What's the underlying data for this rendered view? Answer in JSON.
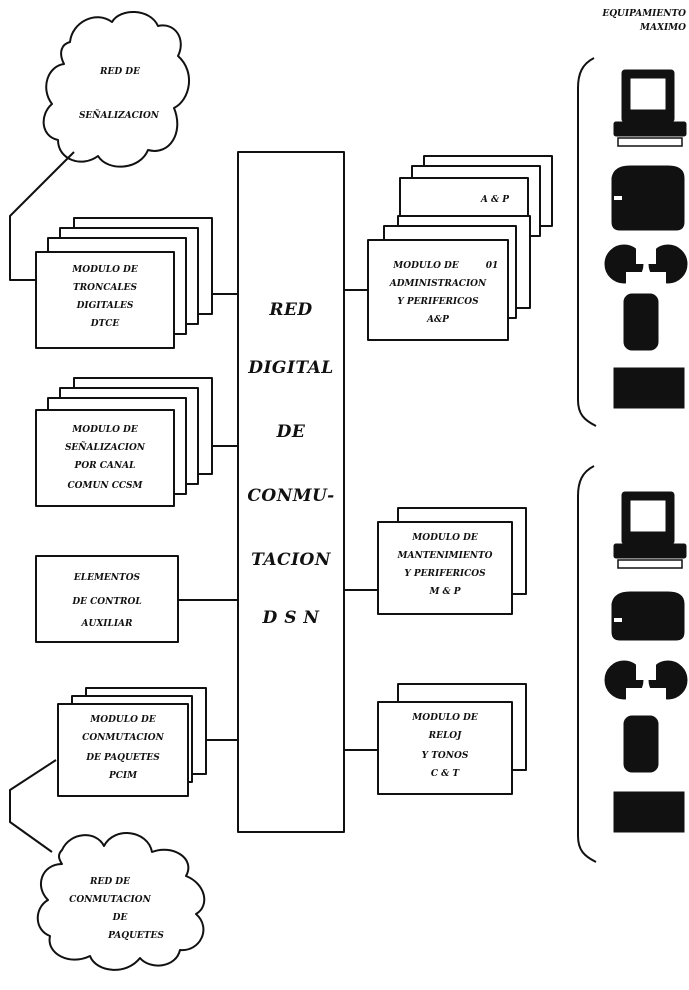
{
  "equipment_header": [
    "EQUIPAMIENTO",
    "MAXIMO"
  ],
  "clouds": {
    "signaling": [
      "RED DE",
      "SEÑALIZACION"
    ],
    "packet": [
      "RED DE",
      "CONMUTACION",
      "DE",
      "PAQUETES"
    ]
  },
  "modules": {
    "dtce": [
      "MODULO DE",
      "TRONCALES",
      "DIGITALES",
      "DTCE"
    ],
    "ccsm": [
      "MODULO DE",
      "SEÑALIZACION",
      "POR CANAL",
      "COMUN CCSM"
    ],
    "auxiliary": [
      "ELEMENTOS",
      "DE CONTROL",
      "AUXILIAR"
    ],
    "pcim": [
      "MODULO DE",
      "CONMUTACION",
      "DE PAQUETES",
      "PCIM"
    ],
    "ap_back": "A & P",
    "ap": [
      "MODULO DE",
      "ADMINISTRACION",
      "Y PERIFERICOS",
      "A&P"
    ],
    "ap_mark": "01",
    "mp": [
      "MODULO DE",
      "MANTENIMIENTO",
      "Y PERIFERICOS",
      "M & P"
    ],
    "ct": [
      "MODULO DE",
      "RELOJ",
      "Y TONOS",
      "C & T"
    ]
  },
  "dsn": [
    "RED",
    "DIGITAL",
    "DE",
    "CONMU-",
    "TACION",
    "D S N"
  ],
  "devices": [
    "terminal-icon",
    "printer-icon",
    "tape-drive-icon",
    "disk-drive-icon",
    "console-icon"
  ]
}
